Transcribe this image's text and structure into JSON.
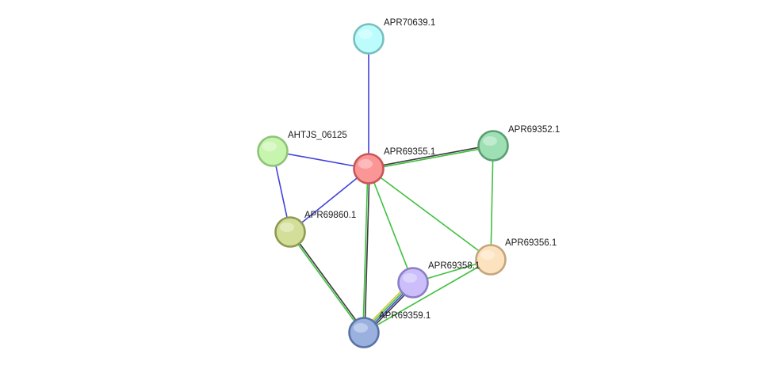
{
  "network": {
    "nodes": [
      {
        "id": "APR70639.1",
        "label": "APR70639.1",
        "fill": "#bdfcfc",
        "stroke": "#78bfbf",
        "query": false
      },
      {
        "id": "AHTJS_06125",
        "label": "AHTJS_06125",
        "fill": "#c8f5ae",
        "stroke": "#8dc477",
        "query": false
      },
      {
        "id": "APR69355.1",
        "label": "APR69355.1",
        "fill": "#fa9696",
        "stroke": "#c85656",
        "query": true
      },
      {
        "id": "APR69352.1",
        "label": "APR69352.1",
        "fill": "#9ee0b4",
        "stroke": "#5a9e72",
        "query": false
      },
      {
        "id": "APR69860.1",
        "label": "APR69860.1",
        "fill": "#d3df98",
        "stroke": "#8e9a52",
        "query": false
      },
      {
        "id": "APR69356.1",
        "label": "APR69356.1",
        "fill": "#fde2bf",
        "stroke": "#c4a57c",
        "query": false
      },
      {
        "id": "APR69358.1",
        "label": "APR69358.1",
        "fill": "#cbbefb",
        "stroke": "#8a7fc4",
        "query": false
      },
      {
        "id": "APR69359.1",
        "label": "APR69359.1",
        "fill": "#9ab1e0",
        "stroke": "#5b72a8",
        "query": false
      }
    ],
    "edges": [
      {
        "source": "APR70639.1",
        "target": "APR69355.1",
        "colors": [
          "#4141dd"
        ]
      },
      {
        "source": "AHTJS_06125",
        "target": "APR69355.1",
        "colors": [
          "#4141dd"
        ]
      },
      {
        "source": "AHTJS_06125",
        "target": "APR69860.1",
        "colors": [
          "#4141dd"
        ]
      },
      {
        "source": "APR69355.1",
        "target": "APR69860.1",
        "colors": [
          "#4141dd"
        ]
      },
      {
        "source": "APR69355.1",
        "target": "APR69352.1",
        "colors": [
          "#3c3c3c",
          "#3fc13f"
        ]
      },
      {
        "source": "APR69355.1",
        "target": "APR69359.1",
        "colors": [
          "#3c3c3c",
          "#3fc13f"
        ]
      },
      {
        "source": "APR69355.1",
        "target": "APR69358.1",
        "colors": [
          "#3fc13f"
        ]
      },
      {
        "source": "APR69355.1",
        "target": "APR69356.1",
        "colors": [
          "#3fc13f"
        ]
      },
      {
        "source": "APR69352.1",
        "target": "APR69356.1",
        "colors": [
          "#3fc13f"
        ]
      },
      {
        "source": "APR69860.1",
        "target": "APR69359.1",
        "colors": [
          "#3c3c3c",
          "#3fc13f"
        ]
      },
      {
        "source": "APR69358.1",
        "target": "APR69359.1",
        "colors": [
          "#3c3c3c",
          "#4141dd",
          "#3fc13f",
          "#c7c73a"
        ]
      },
      {
        "source": "APR69358.1",
        "target": "APR69356.1",
        "colors": [
          "#3fc13f"
        ]
      },
      {
        "source": "APR69356.1",
        "target": "APR69359.1",
        "colors": [
          "#3fc13f"
        ]
      }
    ]
  }
}
